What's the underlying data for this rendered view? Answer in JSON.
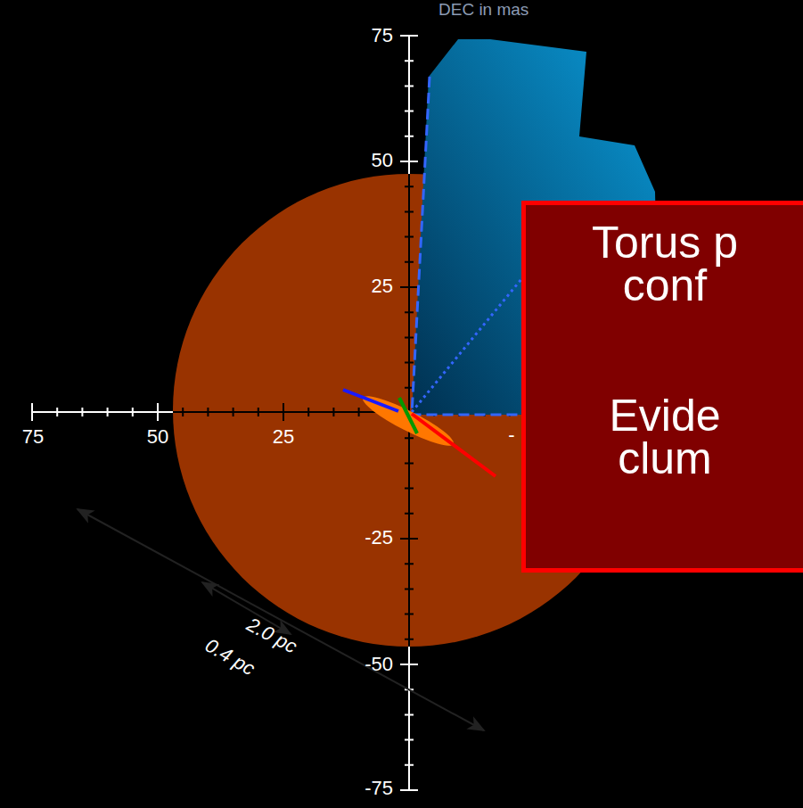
{
  "diagram": {
    "nodes": [
      {
        "text": [
          "Torus p conf",
          "Evide clum"
        ]
      }
    ],
    "labels": [
      "DEC in mas",
      "75",
      "50",
      "25",
      "-25",
      "-50",
      "-75",
      "75",
      "50",
      "25",
      "-",
      "2.0 pc",
      "0.4 pc"
    ]
  }
}
